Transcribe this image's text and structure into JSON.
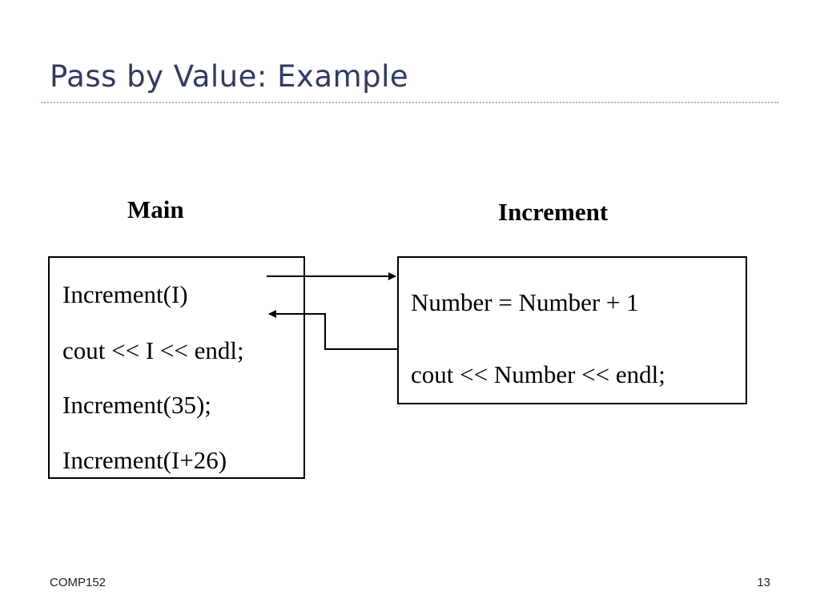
{
  "slide": {
    "title": "Pass by Value: Example",
    "footer_left": "COMP152",
    "page_number": "13",
    "colors": {
      "title": "#2f3b63",
      "rule": "#8fc3b8",
      "diagram_ink": "#000000"
    }
  },
  "diagram": {
    "main": {
      "heading": "Main",
      "lines": [
        "Increment(I)",
        "cout << I << endl;",
        "Increment(35);",
        "Increment(I+26)"
      ]
    },
    "increment": {
      "heading": "Increment",
      "lines": [
        "Number = Number + 1",
        "cout << Number << endl;"
      ]
    }
  }
}
